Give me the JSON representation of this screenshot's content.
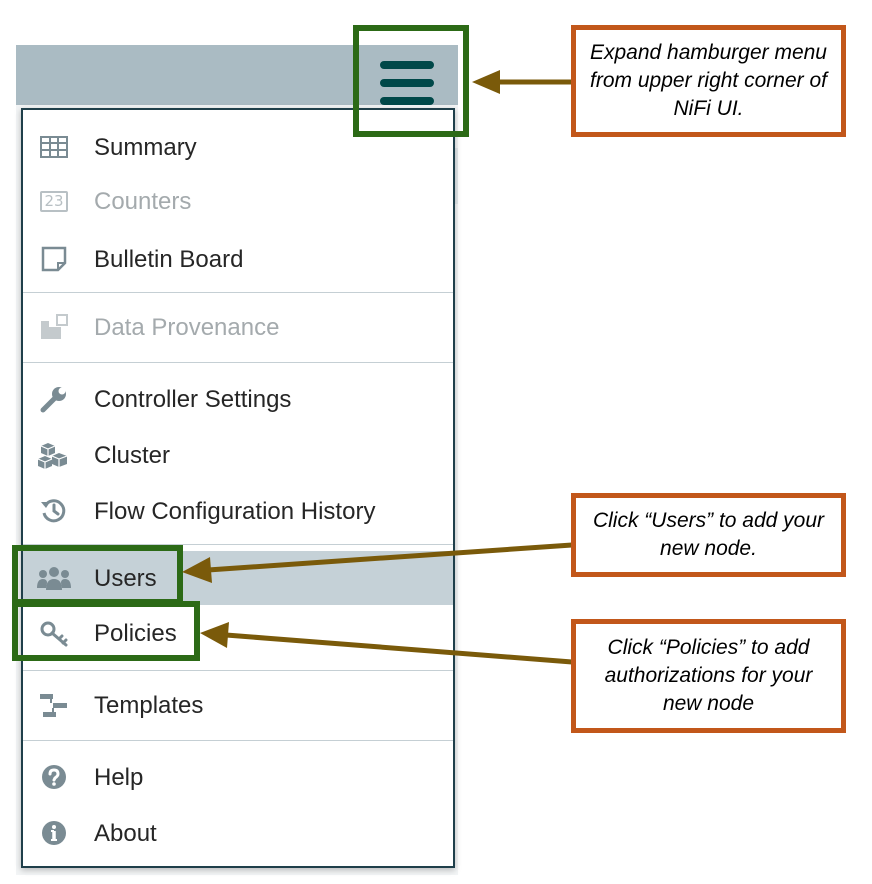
{
  "menu": {
    "items": [
      {
        "label": "Summary",
        "icon": "table-icon",
        "enabled": true
      },
      {
        "label": "Counters",
        "icon": "counter-icon",
        "enabled": false
      },
      {
        "label": "Bulletin Board",
        "icon": "bulletin-icon",
        "enabled": true
      },
      {
        "label": "Data Provenance",
        "icon": "provenance-icon",
        "enabled": false
      },
      {
        "label": "Controller Settings",
        "icon": "wrench-icon",
        "enabled": true
      },
      {
        "label": "Cluster",
        "icon": "cubes-icon",
        "enabled": true
      },
      {
        "label": "Flow Configuration History",
        "icon": "history-icon",
        "enabled": true
      },
      {
        "label": "Users",
        "icon": "users-icon",
        "enabled": true,
        "selected": true
      },
      {
        "label": "Policies",
        "icon": "key-icon",
        "enabled": true
      },
      {
        "label": "Templates",
        "icon": "templates-icon",
        "enabled": true
      },
      {
        "label": "Help",
        "icon": "question-circle-icon",
        "enabled": true
      },
      {
        "label": "About",
        "icon": "info-circle-icon",
        "enabled": true
      }
    ],
    "counter_icon_text": "23"
  },
  "callouts": {
    "hamburger": "Expand hamburger menu from upper right corner of NiFi UI.",
    "users": "Click “Users” to add your new node.",
    "policies": "Click “Policies” to add authorizations for your new node"
  },
  "colors": {
    "header": "#aabbc3",
    "hamburger": "#004849",
    "frame_green": "#2c6a16",
    "callout_border": "#c2571a",
    "arrow": "#7a5a0a",
    "selected_row": "#c5d1d7",
    "icon": "#7a8b93"
  }
}
